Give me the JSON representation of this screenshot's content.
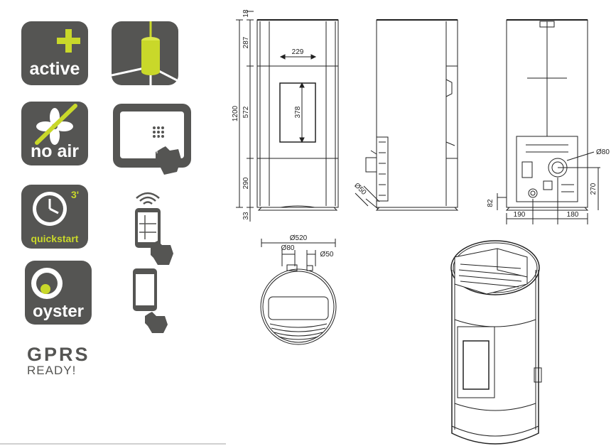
{
  "badges": {
    "active": {
      "label": "active",
      "icon": "plus-icon"
    },
    "lamp": {
      "icon": "lamp-icon"
    },
    "no_air": {
      "label": "no air",
      "icon": "fan-crossed-icon"
    },
    "tablet": {
      "icon": "tablet-touch-icon"
    },
    "quickstart": {
      "label": "quickstart",
      "superscript": "3'",
      "icon": "clock-icon"
    },
    "phone_wireless": {
      "icon": "phone-wireless-icon"
    },
    "oyster": {
      "label": "oyster",
      "icon": "oyster-icon"
    },
    "phone_touch": {
      "icon": "phone-touch-icon"
    }
  },
  "gprs": {
    "line1": "GPRS",
    "line2": "READY!"
  },
  "dimensions": {
    "front": {
      "top": "18",
      "upper": "287",
      "middle": "572",
      "lower": "290",
      "base": "33",
      "total": "1200",
      "window_width": "229",
      "window_height": "378"
    },
    "side": {
      "flue": "Ø50"
    },
    "rear": {
      "flue": "Ø80",
      "flue_height": "270",
      "inlet_height": "82",
      "left_offset": "190",
      "right_offset": "180"
    },
    "top_view": {
      "diameter": "Ø520",
      "flue_a": "Ø80",
      "flue_b": "Ø50"
    }
  },
  "colors": {
    "badge_gray": "#555553",
    "accent_lime": "#c9d82a",
    "line": "#222222"
  }
}
